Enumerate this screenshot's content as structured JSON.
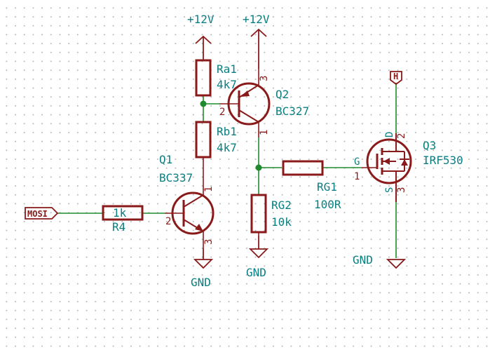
{
  "power": {
    "vcc_left": "+12V",
    "vcc_right": "+12V",
    "gnd_q1": "GND",
    "gnd_rg2": "GND",
    "gnd_q3": "GND"
  },
  "net_labels": {
    "mosi": "MOSI",
    "h": "H"
  },
  "components": {
    "ra1": {
      "ref": "Ra1",
      "value": "4k7"
    },
    "rb1": {
      "ref": "Rb1",
      "value": "4k7"
    },
    "r4": {
      "ref": "R4",
      "value": "1k"
    },
    "rg1": {
      "ref": "RG1",
      "value": "100R"
    },
    "rg2": {
      "ref": "RG2",
      "value": "10k"
    },
    "q1": {
      "ref": "Q1",
      "value": "BC337",
      "pins": {
        "c": "1",
        "b": "2",
        "e": "3"
      }
    },
    "q2": {
      "ref": "Q2",
      "value": "BC327",
      "pins": {
        "e": "3",
        "b": "2",
        "c": "1"
      }
    },
    "q3": {
      "ref": "Q3",
      "value": "IRF530",
      "pins": {
        "g": "1",
        "d": "2",
        "s": "3"
      },
      "pin_names": {
        "g": "G",
        "d": "D",
        "s": "S"
      }
    }
  },
  "colors": {
    "wire": "#1f8a2b",
    "component": "#8a1a1a",
    "text": "#0a7f82",
    "grid_dot": "#b9b9b9"
  }
}
